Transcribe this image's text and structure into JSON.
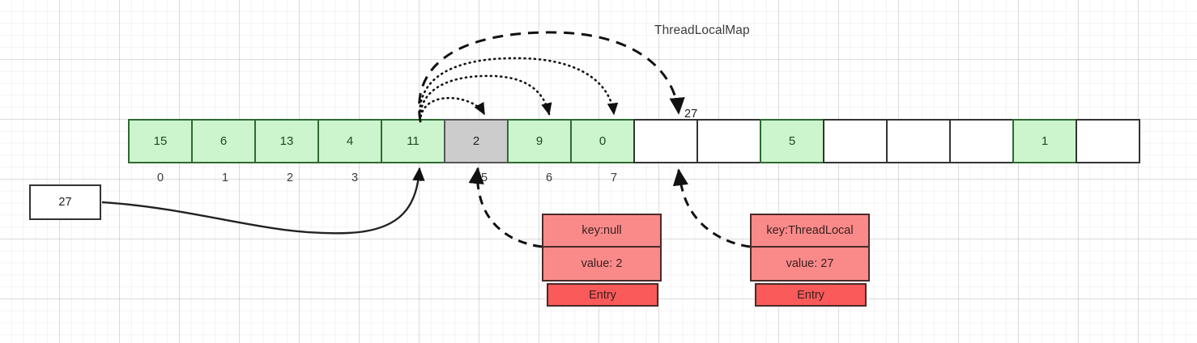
{
  "title": "ThreadLocalMap",
  "colors": {
    "green_fill": "#ccf5cd",
    "green_border": "#2e6b31",
    "gray_fill": "#cccccc",
    "entry_fill": "#fa8a8a",
    "entry_tag_fill": "#fb5a5a",
    "stroke": "#333333"
  },
  "array": {
    "cells": [
      {
        "value": "15",
        "state": "green"
      },
      {
        "value": "6",
        "state": "green"
      },
      {
        "value": "13",
        "state": "green"
      },
      {
        "value": "4",
        "state": "green"
      },
      {
        "value": "11",
        "state": "green"
      },
      {
        "value": "2",
        "state": "gray"
      },
      {
        "value": "9",
        "state": "green"
      },
      {
        "value": "0",
        "state": "green"
      },
      {
        "value": "",
        "state": "empty"
      },
      {
        "value": "",
        "state": "empty"
      },
      {
        "value": "5",
        "state": "green"
      },
      {
        "value": "",
        "state": "empty"
      },
      {
        "value": "",
        "state": "empty"
      },
      {
        "value": "",
        "state": "empty"
      },
      {
        "value": "1",
        "state": "green"
      },
      {
        "value": "",
        "state": "empty"
      }
    ],
    "index_labels": [
      "0",
      "1",
      "2",
      "3",
      "4",
      "5",
      "6",
      "7"
    ]
  },
  "source_box": {
    "value": "27"
  },
  "incoming_label": {
    "value": "27"
  },
  "entries": [
    {
      "key": "key:null",
      "value": "value: 2",
      "tag": "Entry"
    },
    {
      "key": "key:ThreadLocal",
      "value": "value: 27",
      "tag": "Entry"
    }
  ]
}
